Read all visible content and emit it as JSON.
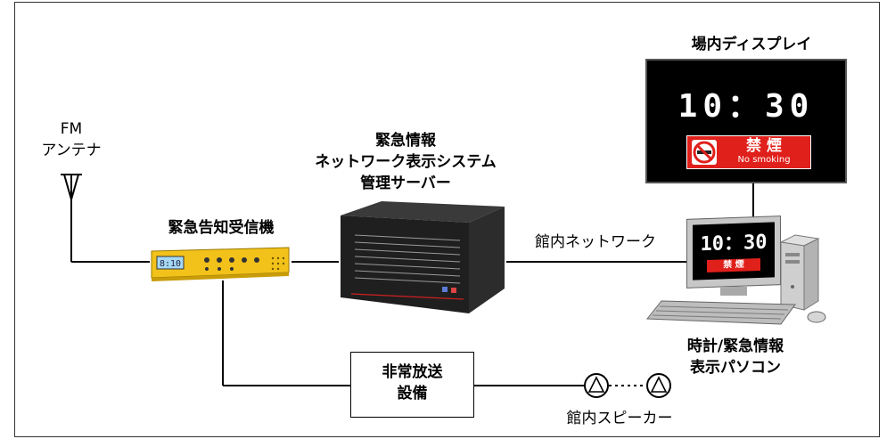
{
  "labels": {
    "fm_antenna": [
      "FM",
      "アンテナ"
    ],
    "receiver": "緊急告知受信機",
    "server": [
      "緊急情報",
      "ネットワーク表示システム",
      "管理サーバー"
    ],
    "network": "館内ネットワーク",
    "venue_display": "場内ディスプレイ",
    "emergency_broadcast": [
      "非常放送",
      "設備"
    ],
    "speakers": "館内スピーカー",
    "pc": [
      "時計/緊急情報",
      "表示パソコン"
    ]
  },
  "display": {
    "time": "10：30",
    "sign_main": "禁 煙",
    "sign_sub": "No smoking"
  },
  "pc_screen": {
    "time": "10：30",
    "sign_main": "禁 煙"
  },
  "receiver_screen": "8:10",
  "colors": {
    "line": "#000000",
    "receiver_body": "#f2c21b",
    "display_bg": "#000000",
    "sign_red": "#e0201b",
    "server_body": "#2a2a2a"
  }
}
